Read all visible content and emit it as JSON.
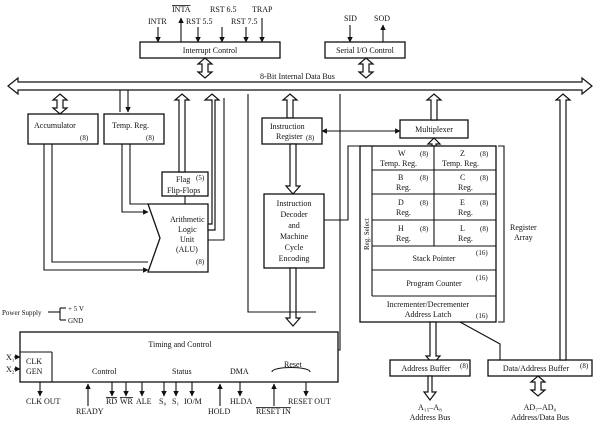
{
  "interrupt": {
    "box_label": "Interrupt Control",
    "pins": [
      "INTR",
      "INTA",
      "RST 5.5",
      "RST 6.5",
      "RST 7.5",
      "TRAP"
    ]
  },
  "serial": {
    "box_label": "Serial I/O Control",
    "pins": [
      "SID",
      "SOD"
    ]
  },
  "internal_bus": "8-Bit Internal Data Bus",
  "accumulator": {
    "label": "Accumulator",
    "bits": "(8)"
  },
  "temp_reg": {
    "label": "Temp. Reg.",
    "bits": "(8)"
  },
  "flags": {
    "line1": "Flag",
    "line2": "Flip-Flops",
    "bits": "(5)"
  },
  "alu": {
    "line1": "Arithmetic",
    "line2": "Logic",
    "line3": "Unit",
    "line4": "(ALU)",
    "bits": "(8)"
  },
  "instruction_register": {
    "line1": "Instruction",
    "line2": "Register",
    "bits": "(8)"
  },
  "decoder": {
    "line1": "Instruction",
    "line2": "Decoder",
    "line3": "and",
    "line4": "Machine",
    "line5": "Cycle",
    "line6": "Encoding"
  },
  "multiplexer": "Multiplexer",
  "reg_select": "Reg. Select",
  "register_array": {
    "line1": "Register",
    "line2": "Array"
  },
  "registers": {
    "w": {
      "letter": "W",
      "name": "Temp. Reg.",
      "bits": "(8)"
    },
    "z": {
      "letter": "Z",
      "name": "Temp. Reg.",
      "bits": "(8)"
    },
    "b": {
      "letter": "B",
      "name": "Reg.",
      "bits": "(8)"
    },
    "c": {
      "letter": "C",
      "name": "Reg.",
      "bits": "(8)"
    },
    "d": {
      "letter": "D",
      "name": "Reg.",
      "bits": "(8)"
    },
    "e": {
      "letter": "E",
      "name": "Reg.",
      "bits": "(8)"
    },
    "h": {
      "letter": "H",
      "name": "Reg.",
      "bits": "(8)"
    },
    "l": {
      "letter": "L",
      "name": "Reg.",
      "bits": "(8)"
    }
  },
  "stack_pointer": {
    "label": "Stack Pointer",
    "bits": "(16)"
  },
  "program_counter": {
    "label": "Program Counter",
    "bits": "(16)"
  },
  "inc_dec": {
    "line1": "Incrementer/Decrementer",
    "line2": "Address Latch",
    "bits": "(16)"
  },
  "power": {
    "label": "Power Supply",
    "plus": "+ 5 V",
    "gnd": "GND"
  },
  "timing": {
    "title": "Timing and Control",
    "x1": "X₁",
    "x2": "X₂",
    "clk_gen_1": "CLK",
    "clk_gen_2": "GEN",
    "control": "Control",
    "status": "Status",
    "dma": "DMA",
    "reset": "Reset",
    "pins": {
      "clk_out": "CLK OUT",
      "ready": "READY",
      "rd": "RD",
      "wr": "WR",
      "ale": "ALE",
      "s0": "S₀",
      "s1": "S₁",
      "io_m": "IO/M",
      "hold": "HOLD",
      "hlda": "HLDA",
      "reset_in": "RESET IN",
      "reset_out": "RESET OUT"
    }
  },
  "address_buffer": {
    "label": "Address Buffer",
    "bits": "(8)"
  },
  "data_address_buffer": {
    "label": "Data/Address Buffer",
    "bits": "(8)"
  },
  "address_bus": {
    "line1": "A₁₅–A₈",
    "line2": "Address Bus"
  },
  "data_bus": {
    "line1": "AD₇–AD₀",
    "line2": "Address/Data Bus"
  }
}
